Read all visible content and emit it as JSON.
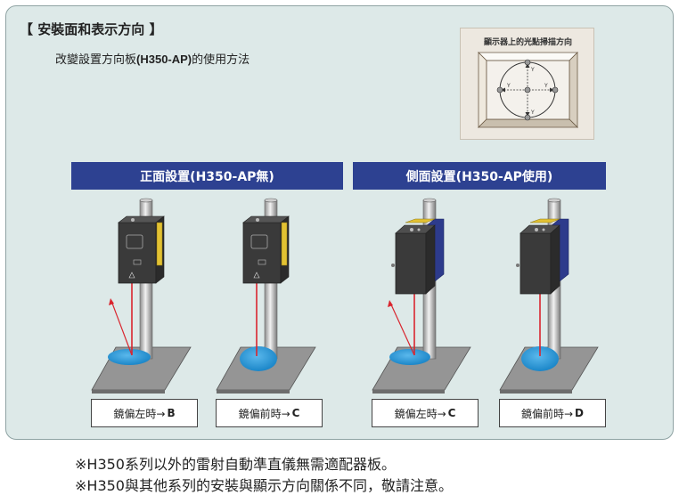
{
  "section": {
    "title": "【 安裝面和表示方向 】",
    "subtitle_prefix": "改變設置方向板",
    "subtitle_model": "(H350-AP)",
    "subtitle_suffix": "的使用方法"
  },
  "inset": {
    "title": "顯示器上的光點掃描方向",
    "axis_labels": [
      "Y",
      "Y",
      "Y",
      "Y"
    ]
  },
  "groups": [
    {
      "title": "正面設置(H350-AP無)"
    },
    {
      "title": "側面設置(H350-AP使用)"
    }
  ],
  "captions": [
    {
      "text": "鏡偏左時→",
      "dir": "B"
    },
    {
      "text": "鏡偏前時→",
      "dir": "C"
    },
    {
      "text": "鏡偏左時→",
      "dir": "C"
    },
    {
      "text": "鏡偏前時→",
      "dir": "D"
    }
  ],
  "notes": [
    "※H350系列以外的雷射自動準直儀無需適配器板。",
    "※H350與其他系列的安裝與顯示方向關係不同，敬請注意。"
  ],
  "colors": {
    "panel_bg": "#dde9e8",
    "header_bg": "#2d4191",
    "laser": "#d9252e",
    "mirror": "#2a9ad8",
    "adapter": "#2d3b8c",
    "label_plate": "#e2c233"
  }
}
